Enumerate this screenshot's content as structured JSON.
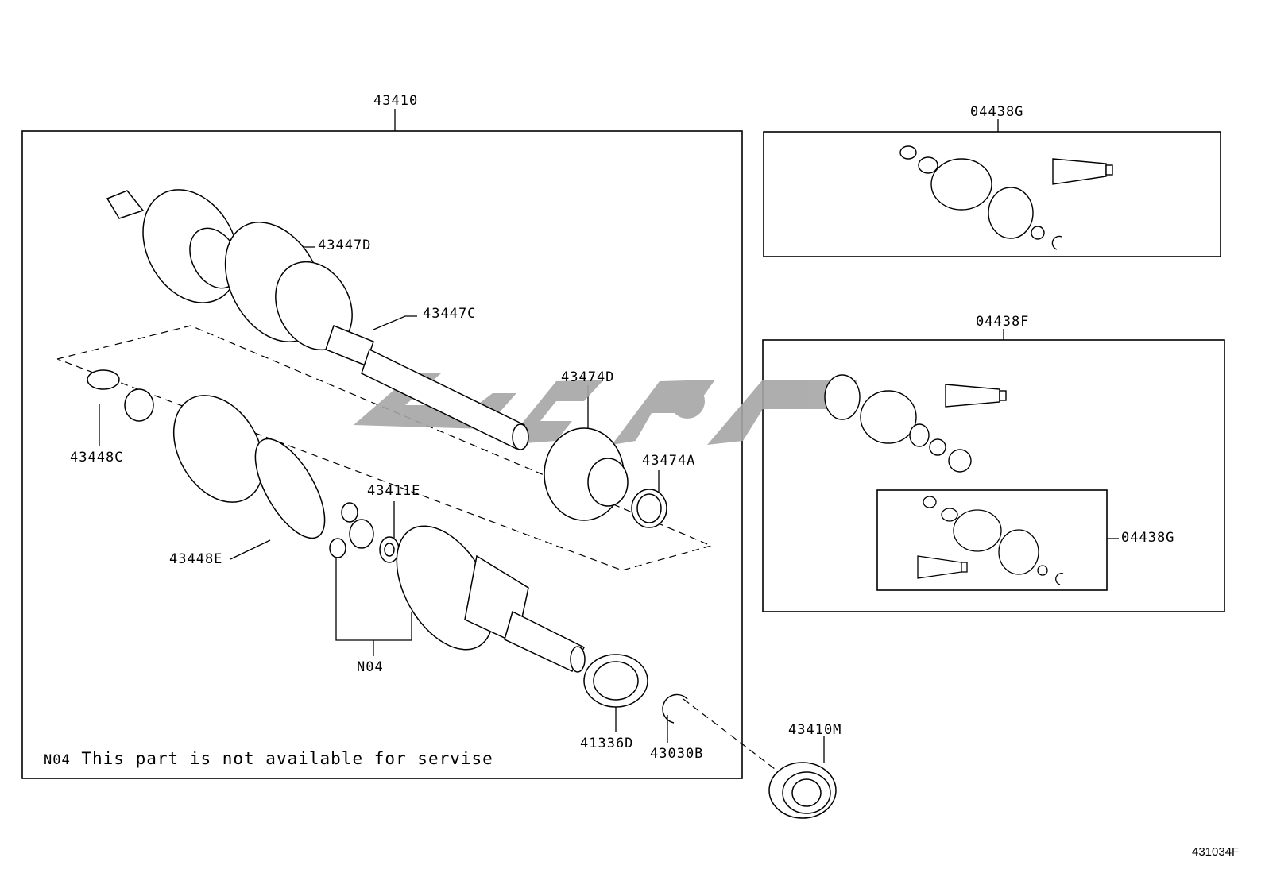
{
  "labels": {
    "assembly": "43410",
    "boot_inboard_kit": "04438G",
    "boot_outboard_kit": "04438F",
    "boot_inboard_kit_sub": "04438G",
    "inboard_boot": "43447D",
    "boot_clamp_small": "43447C",
    "dust_cover": "43474D",
    "dust_cover_seal": "43474A",
    "outboard_clamp": "43448C",
    "outboard_band": "43448E",
    "snap_ring": "43411E",
    "tripod_code": "N04",
    "oil_seal": "41336D",
    "circlip": "43030B",
    "bearing": "43410M"
  },
  "note": {
    "code": "N04",
    "text": "This part is not available for servise"
  },
  "diagram_ref": "431034F",
  "colors": {
    "line": "#000000",
    "watermark": "#a6a6a6"
  }
}
